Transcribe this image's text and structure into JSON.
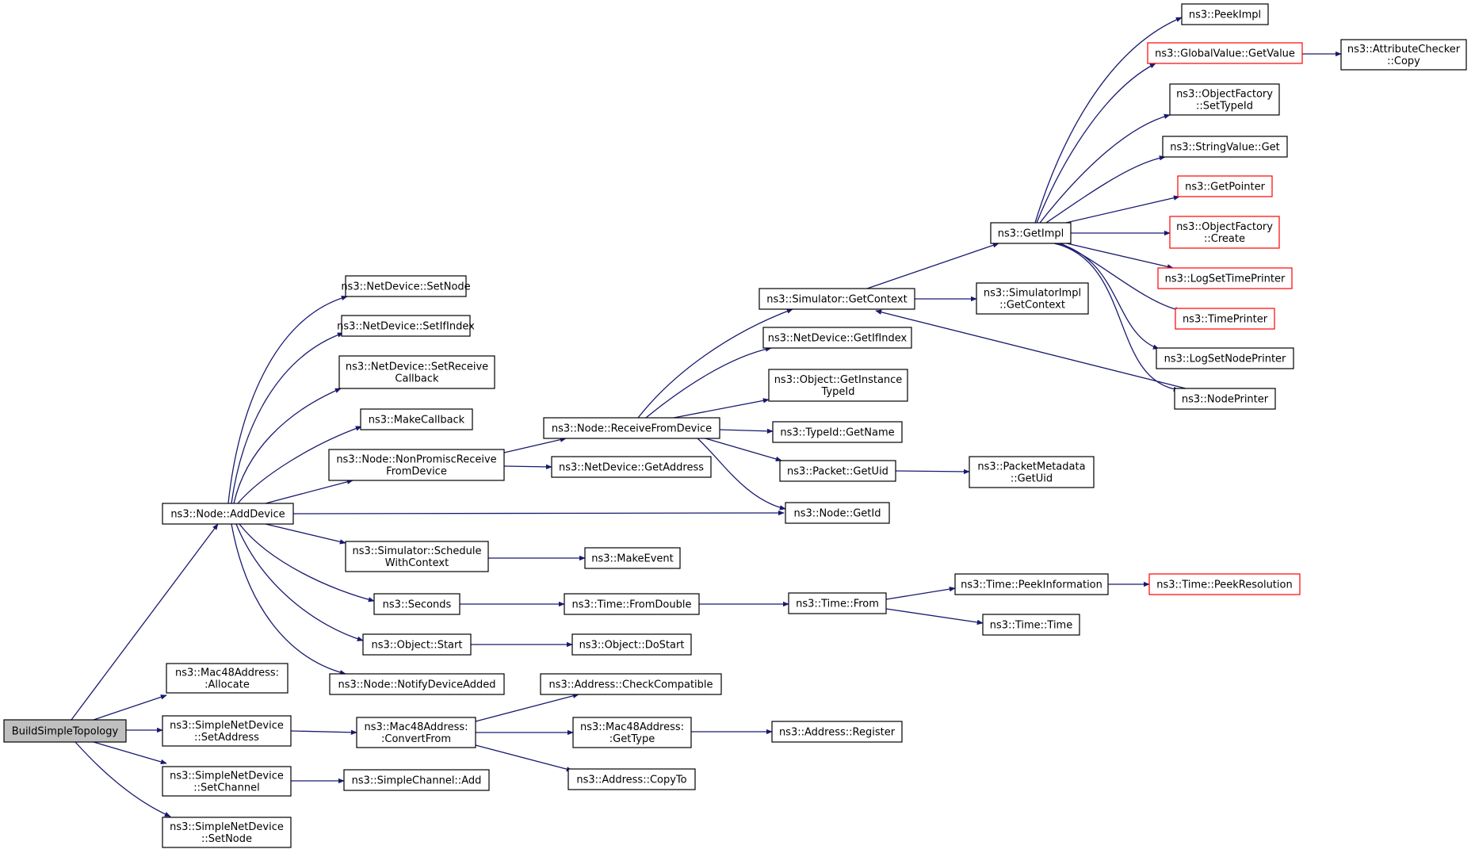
{
  "nodes": [
    {
      "id": "build",
      "lines": [
        "BuildSimpleTopology"
      ],
      "root": true
    },
    {
      "id": "adddev",
      "lines": [
        "ns3::Node::AddDevice"
      ]
    },
    {
      "id": "alloc",
      "lines": [
        "ns3::Mac48Address:",
        ":Allocate"
      ]
    },
    {
      "id": "snd_setaddr",
      "lines": [
        "ns3::SimpleNetDevice",
        "::SetAddress"
      ]
    },
    {
      "id": "snd_setchan",
      "lines": [
        "ns3::SimpleNetDevice",
        "::SetChannel"
      ]
    },
    {
      "id": "snd_setnode",
      "lines": [
        "ns3::SimpleNetDevice",
        "::SetNode"
      ]
    },
    {
      "id": "nd_setnode",
      "lines": [
        "ns3::NetDevice::SetNode"
      ]
    },
    {
      "id": "nd_setif",
      "lines": [
        "ns3::NetDevice::SetIfIndex"
      ]
    },
    {
      "id": "nd_setrecv",
      "lines": [
        "ns3::NetDevice::SetReceive",
        "Callback"
      ]
    },
    {
      "id": "makecb",
      "lines": [
        "ns3::MakeCallback"
      ]
    },
    {
      "id": "nonpromisc",
      "lines": [
        "ns3::Node::NonPromiscReceive",
        "FromDevice"
      ]
    },
    {
      "id": "schedctx",
      "lines": [
        "ns3::Simulator::Schedule",
        "WithContext"
      ]
    },
    {
      "id": "seconds",
      "lines": [
        "ns3::Seconds"
      ]
    },
    {
      "id": "objstart",
      "lines": [
        "ns3::Object::Start"
      ]
    },
    {
      "id": "notify",
      "lines": [
        "ns3::Node::NotifyDeviceAdded"
      ]
    },
    {
      "id": "convfrom",
      "lines": [
        "ns3::Mac48Address:",
        ":ConvertFrom"
      ]
    },
    {
      "id": "scadd",
      "lines": [
        "ns3::SimpleChannel::Add"
      ]
    },
    {
      "id": "recvfrom",
      "lines": [
        "ns3::Node::ReceiveFromDevice"
      ]
    },
    {
      "id": "nd_getaddr",
      "lines": [
        "ns3::NetDevice::GetAddress"
      ]
    },
    {
      "id": "makeevent",
      "lines": [
        "ns3::MakeEvent"
      ]
    },
    {
      "id": "fromdouble",
      "lines": [
        "ns3::Time::FromDouble"
      ]
    },
    {
      "id": "dostart",
      "lines": [
        "ns3::Object::DoStart"
      ]
    },
    {
      "id": "checkcompat",
      "lines": [
        "ns3::Address::CheckCompatible"
      ]
    },
    {
      "id": "gettype",
      "lines": [
        "ns3::Mac48Address:",
        ":GetType"
      ]
    },
    {
      "id": "copyto",
      "lines": [
        "ns3::Address::CopyTo"
      ]
    },
    {
      "id": "getctx",
      "lines": [
        "ns3::Simulator::GetContext"
      ]
    },
    {
      "id": "nd_getif",
      "lines": [
        "ns3::NetDevice::GetIfIndex"
      ]
    },
    {
      "id": "getinst",
      "lines": [
        "ns3::Object::GetInstance",
        "TypeId"
      ]
    },
    {
      "id": "getname",
      "lines": [
        "ns3::TypeId::GetName"
      ]
    },
    {
      "id": "getuid",
      "lines": [
        "ns3::Packet::GetUid"
      ]
    },
    {
      "id": "getid",
      "lines": [
        "ns3::Node::GetId"
      ]
    },
    {
      "id": "timefrom",
      "lines": [
        "ns3::Time::From"
      ]
    },
    {
      "id": "register",
      "lines": [
        "ns3::Address::Register"
      ]
    },
    {
      "id": "getimpl",
      "lines": [
        "ns3::GetImpl"
      ]
    },
    {
      "id": "simimpl_ctx",
      "lines": [
        "ns3::SimulatorImpl",
        "::GetContext"
      ]
    },
    {
      "id": "pm_getuid",
      "lines": [
        "ns3::PacketMetadata",
        "::GetUid"
      ]
    },
    {
      "id": "peekinfo",
      "lines": [
        "ns3::Time::PeekInformation"
      ]
    },
    {
      "id": "timetime",
      "lines": [
        "ns3::Time::Time"
      ]
    },
    {
      "id": "peekimpl",
      "lines": [
        "ns3::PeekImpl"
      ]
    },
    {
      "id": "gv_getval",
      "lines": [
        "ns3::GlobalValue::GetValue"
      ],
      "red": true
    },
    {
      "id": "of_settype",
      "lines": [
        "ns3::ObjectFactory",
        "::SetTypeId"
      ]
    },
    {
      "id": "sv_get",
      "lines": [
        "ns3::StringValue::Get"
      ]
    },
    {
      "id": "getptr",
      "lines": [
        "ns3::GetPointer"
      ],
      "red": true
    },
    {
      "id": "of_create",
      "lines": [
        "ns3::ObjectFactory",
        "::Create"
      ],
      "red": true
    },
    {
      "id": "logsettime",
      "lines": [
        "ns3::LogSetTimePrinter"
      ],
      "red": true
    },
    {
      "id": "timeprinter",
      "lines": [
        "ns3::TimePrinter"
      ],
      "red": true
    },
    {
      "id": "logsetnode",
      "lines": [
        "ns3::LogSetNodePrinter"
      ]
    },
    {
      "id": "nodeprinter",
      "lines": [
        "ns3::NodePrinter"
      ]
    },
    {
      "id": "attrcopy",
      "lines": [
        "ns3::AttributeChecker",
        "::Copy"
      ]
    },
    {
      "id": "peekres",
      "lines": [
        "ns3::Time::PeekResolution"
      ],
      "red": true
    }
  ],
  "edges": [
    [
      "build",
      "adddev"
    ],
    [
      "build",
      "alloc"
    ],
    [
      "build",
      "snd_setaddr"
    ],
    [
      "build",
      "snd_setchan"
    ],
    [
      "build",
      "snd_setnode"
    ],
    [
      "adddev",
      "nd_setnode"
    ],
    [
      "adddev",
      "nd_setif"
    ],
    [
      "adddev",
      "nd_setrecv"
    ],
    [
      "adddev",
      "makecb"
    ],
    [
      "adddev",
      "nonpromisc"
    ],
    [
      "adddev",
      "getid"
    ],
    [
      "adddev",
      "schedctx"
    ],
    [
      "adddev",
      "seconds"
    ],
    [
      "adddev",
      "objstart"
    ],
    [
      "adddev",
      "notify"
    ],
    [
      "snd_setaddr",
      "convfrom"
    ],
    [
      "snd_setchan",
      "scadd"
    ],
    [
      "nonpromisc",
      "recvfrom"
    ],
    [
      "nonpromisc",
      "nd_getaddr"
    ],
    [
      "schedctx",
      "makeevent"
    ],
    [
      "seconds",
      "fromdouble"
    ],
    [
      "objstart",
      "dostart"
    ],
    [
      "convfrom",
      "checkcompat"
    ],
    [
      "convfrom",
      "gettype"
    ],
    [
      "convfrom",
      "copyto"
    ],
    [
      "gettype",
      "register"
    ],
    [
      "recvfrom",
      "getctx"
    ],
    [
      "recvfrom",
      "nd_getif"
    ],
    [
      "recvfrom",
      "getinst"
    ],
    [
      "recvfrom",
      "getname"
    ],
    [
      "recvfrom",
      "getuid"
    ],
    [
      "recvfrom",
      "getid"
    ],
    [
      "getuid",
      "pm_getuid"
    ],
    [
      "fromdouble",
      "timefrom"
    ],
    [
      "timefrom",
      "peekinfo"
    ],
    [
      "timefrom",
      "timetime"
    ],
    [
      "peekinfo",
      "peekres"
    ],
    [
      "getctx",
      "getimpl"
    ],
    [
      "getctx",
      "simimpl_ctx"
    ],
    [
      "getimpl",
      "peekimpl"
    ],
    [
      "getimpl",
      "gv_getval"
    ],
    [
      "getimpl",
      "of_settype"
    ],
    [
      "getimpl",
      "sv_get"
    ],
    [
      "getimpl",
      "getptr"
    ],
    [
      "getimpl",
      "of_create"
    ],
    [
      "getimpl",
      "logsettime"
    ],
    [
      "getimpl",
      "timeprinter"
    ],
    [
      "getimpl",
      "logsetnode"
    ],
    [
      "getimpl",
      "nodeprinter"
    ],
    [
      "gv_getval",
      "attrcopy"
    ],
    [
      "nodeprinter",
      "getctx"
    ]
  ]
}
